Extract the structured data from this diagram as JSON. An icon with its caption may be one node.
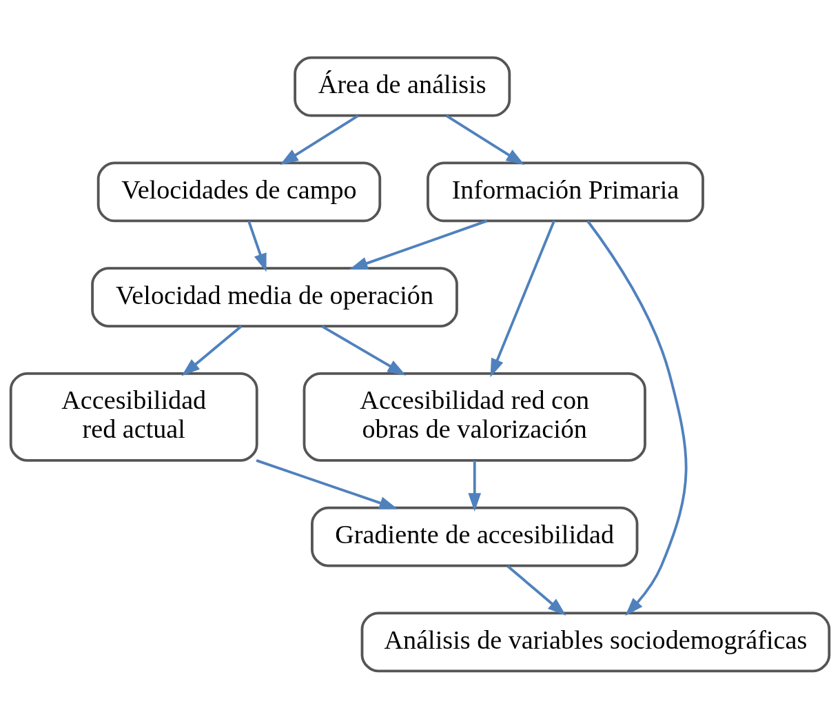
{
  "diagram": {
    "nodes": [
      {
        "text": [
          "Área de análisis"
        ]
      },
      {
        "text": [
          "Información Primaria"
        ]
      },
      {
        "text": [
          "Velocidades de campo"
        ]
      },
      {
        "text": [
          "Velocidad media de operación"
        ]
      },
      {
        "text": [
          "Accesibilidad red con obras de valorización"
        ]
      },
      {
        "text": [
          "Accesibilidad red actual"
        ]
      },
      {
        "text": [
          "Gradiente de accesibilidad"
        ]
      },
      {
        "text": [
          "Análisis de variables sociodemográficas"
        ]
      }
    ],
    "edges": [
      {
        "from": 0,
        "to": 1,
        "arrow": "to"
      },
      {
        "from": 0,
        "to": 2,
        "arrow": "to"
      },
      {
        "from": 1,
        "to": 3,
        "arrow": "to"
      },
      {
        "from": 2,
        "to": 3,
        "arrow": "to"
      },
      {
        "from": 1,
        "to": 4,
        "arrow": "to"
      },
      {
        "from": 3,
        "to": 4,
        "arrow": "to"
      },
      {
        "from": 3,
        "to": 5,
        "arrow": "to"
      },
      {
        "from": 4,
        "to": 6,
        "arrow": "to"
      },
      {
        "from": 5,
        "to": 6,
        "arrow": "to"
      },
      {
        "from": 6,
        "to": 7,
        "arrow": "to"
      },
      {
        "from": 1,
        "to": 7,
        "arrow": "to"
      }
    ]
  }
}
